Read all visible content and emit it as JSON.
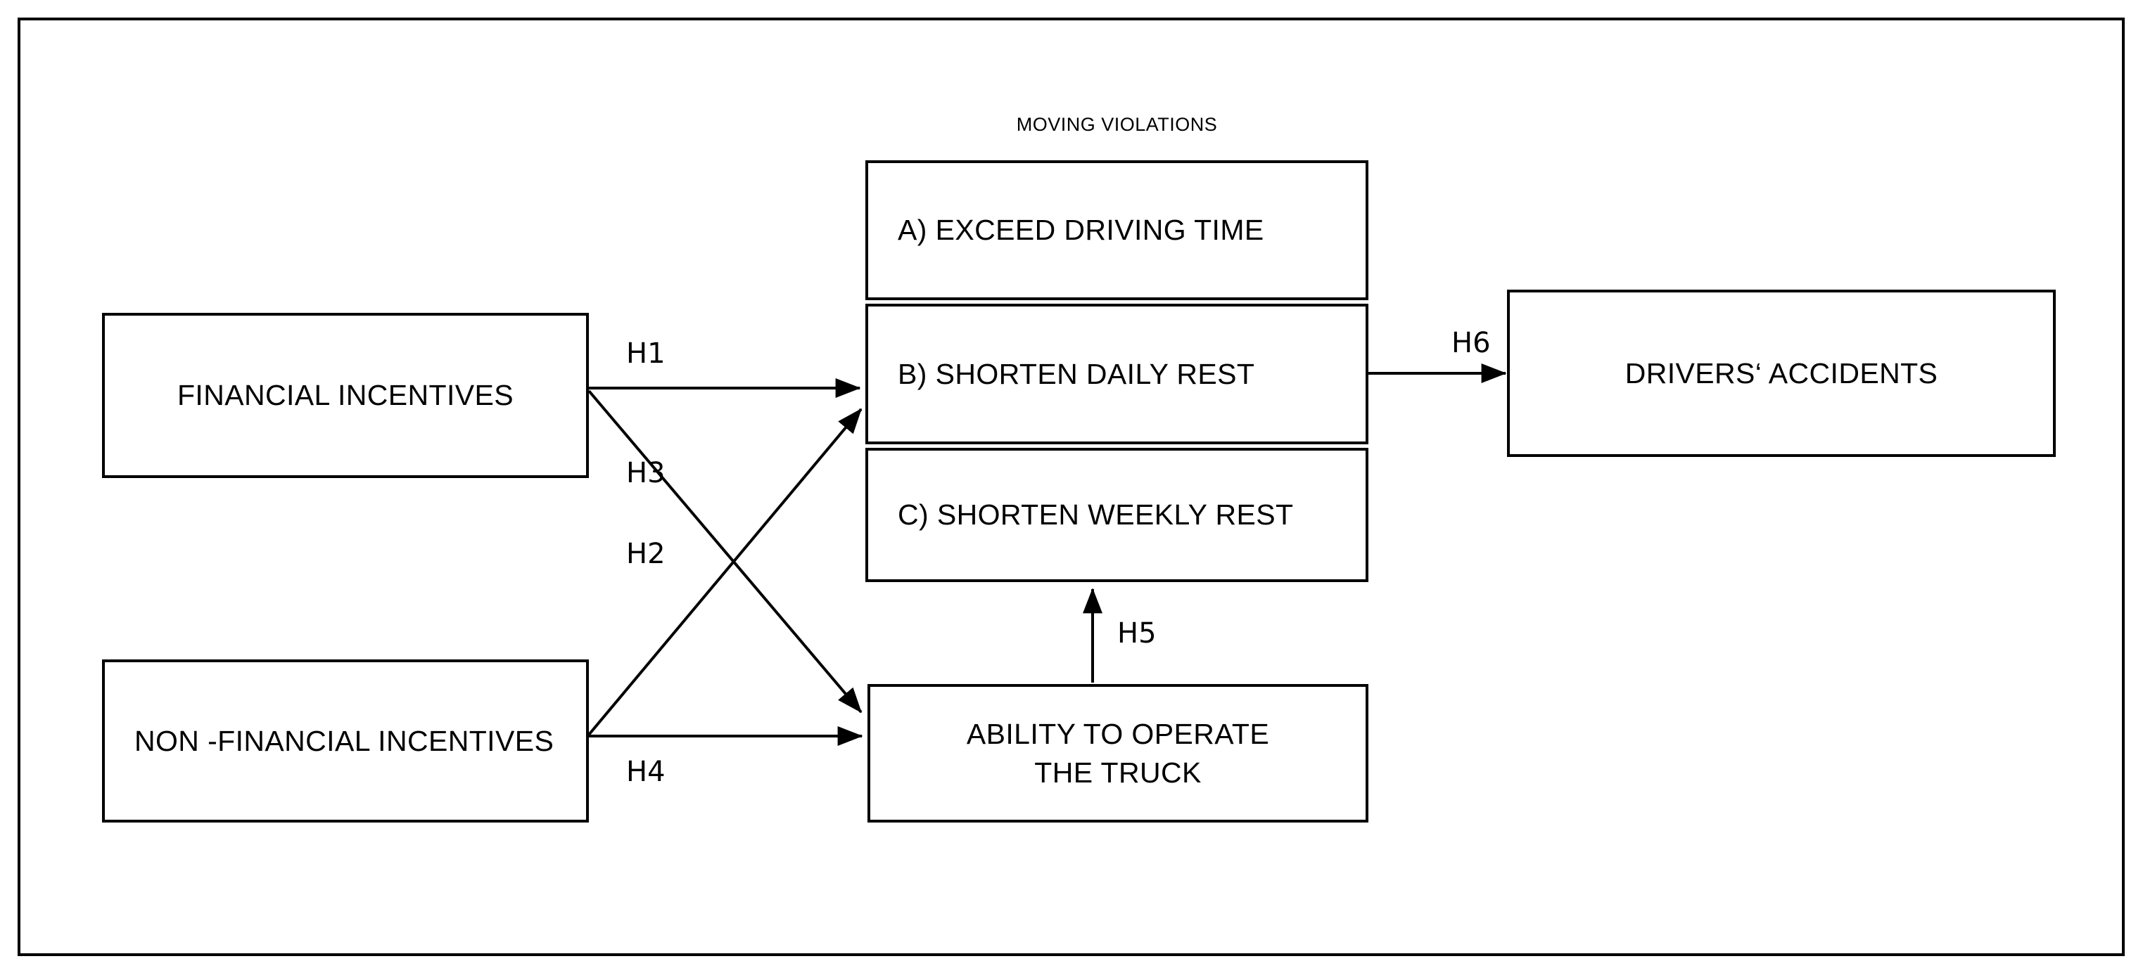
{
  "diagram": {
    "title_group": "MOVING VIOLATIONS",
    "frame_color": "#000000",
    "background_color": "#ffffff",
    "nodes": [
      {
        "id": "financial-incentives",
        "label": "FINANCIAL INCENTIVES"
      },
      {
        "id": "non-financial-incentives",
        "label": "NON -FINANCIAL INCENTIVES"
      },
      {
        "id": "exceed-driving-time",
        "label": "A) EXCEED DRIVING TIME"
      },
      {
        "id": "shorten-daily-rest",
        "label": "B) SHORTEN DAILY REST"
      },
      {
        "id": "shorten-weekly-rest",
        "label": "C) SHORTEN WEEKLY REST"
      },
      {
        "id": "ability-to-operate-truck",
        "label": "ABILITY TO OPERATE\nTHE TRUCK"
      },
      {
        "id": "drivers-accidents",
        "label": "DRIVERS‘ ACCIDENTS"
      }
    ],
    "edges": [
      {
        "id": "h1",
        "label": "H1",
        "from": "financial-incentives",
        "to": "shorten-daily-rest"
      },
      {
        "id": "h2",
        "label": "H2",
        "from": "non-financial-incentives",
        "to": "shorten-daily-rest"
      },
      {
        "id": "h3",
        "label": "H3",
        "from": "financial-incentives",
        "to": "ability-to-operate-truck"
      },
      {
        "id": "h4",
        "label": "H4",
        "from": "non-financial-incentives",
        "to": "ability-to-operate-truck"
      },
      {
        "id": "h5",
        "label": "H5",
        "from": "ability-to-operate-truck",
        "to": "shorten-weekly-rest"
      },
      {
        "id": "h6",
        "label": "H6",
        "from": "shorten-daily-rest",
        "to": "drivers-accidents"
      }
    ]
  }
}
